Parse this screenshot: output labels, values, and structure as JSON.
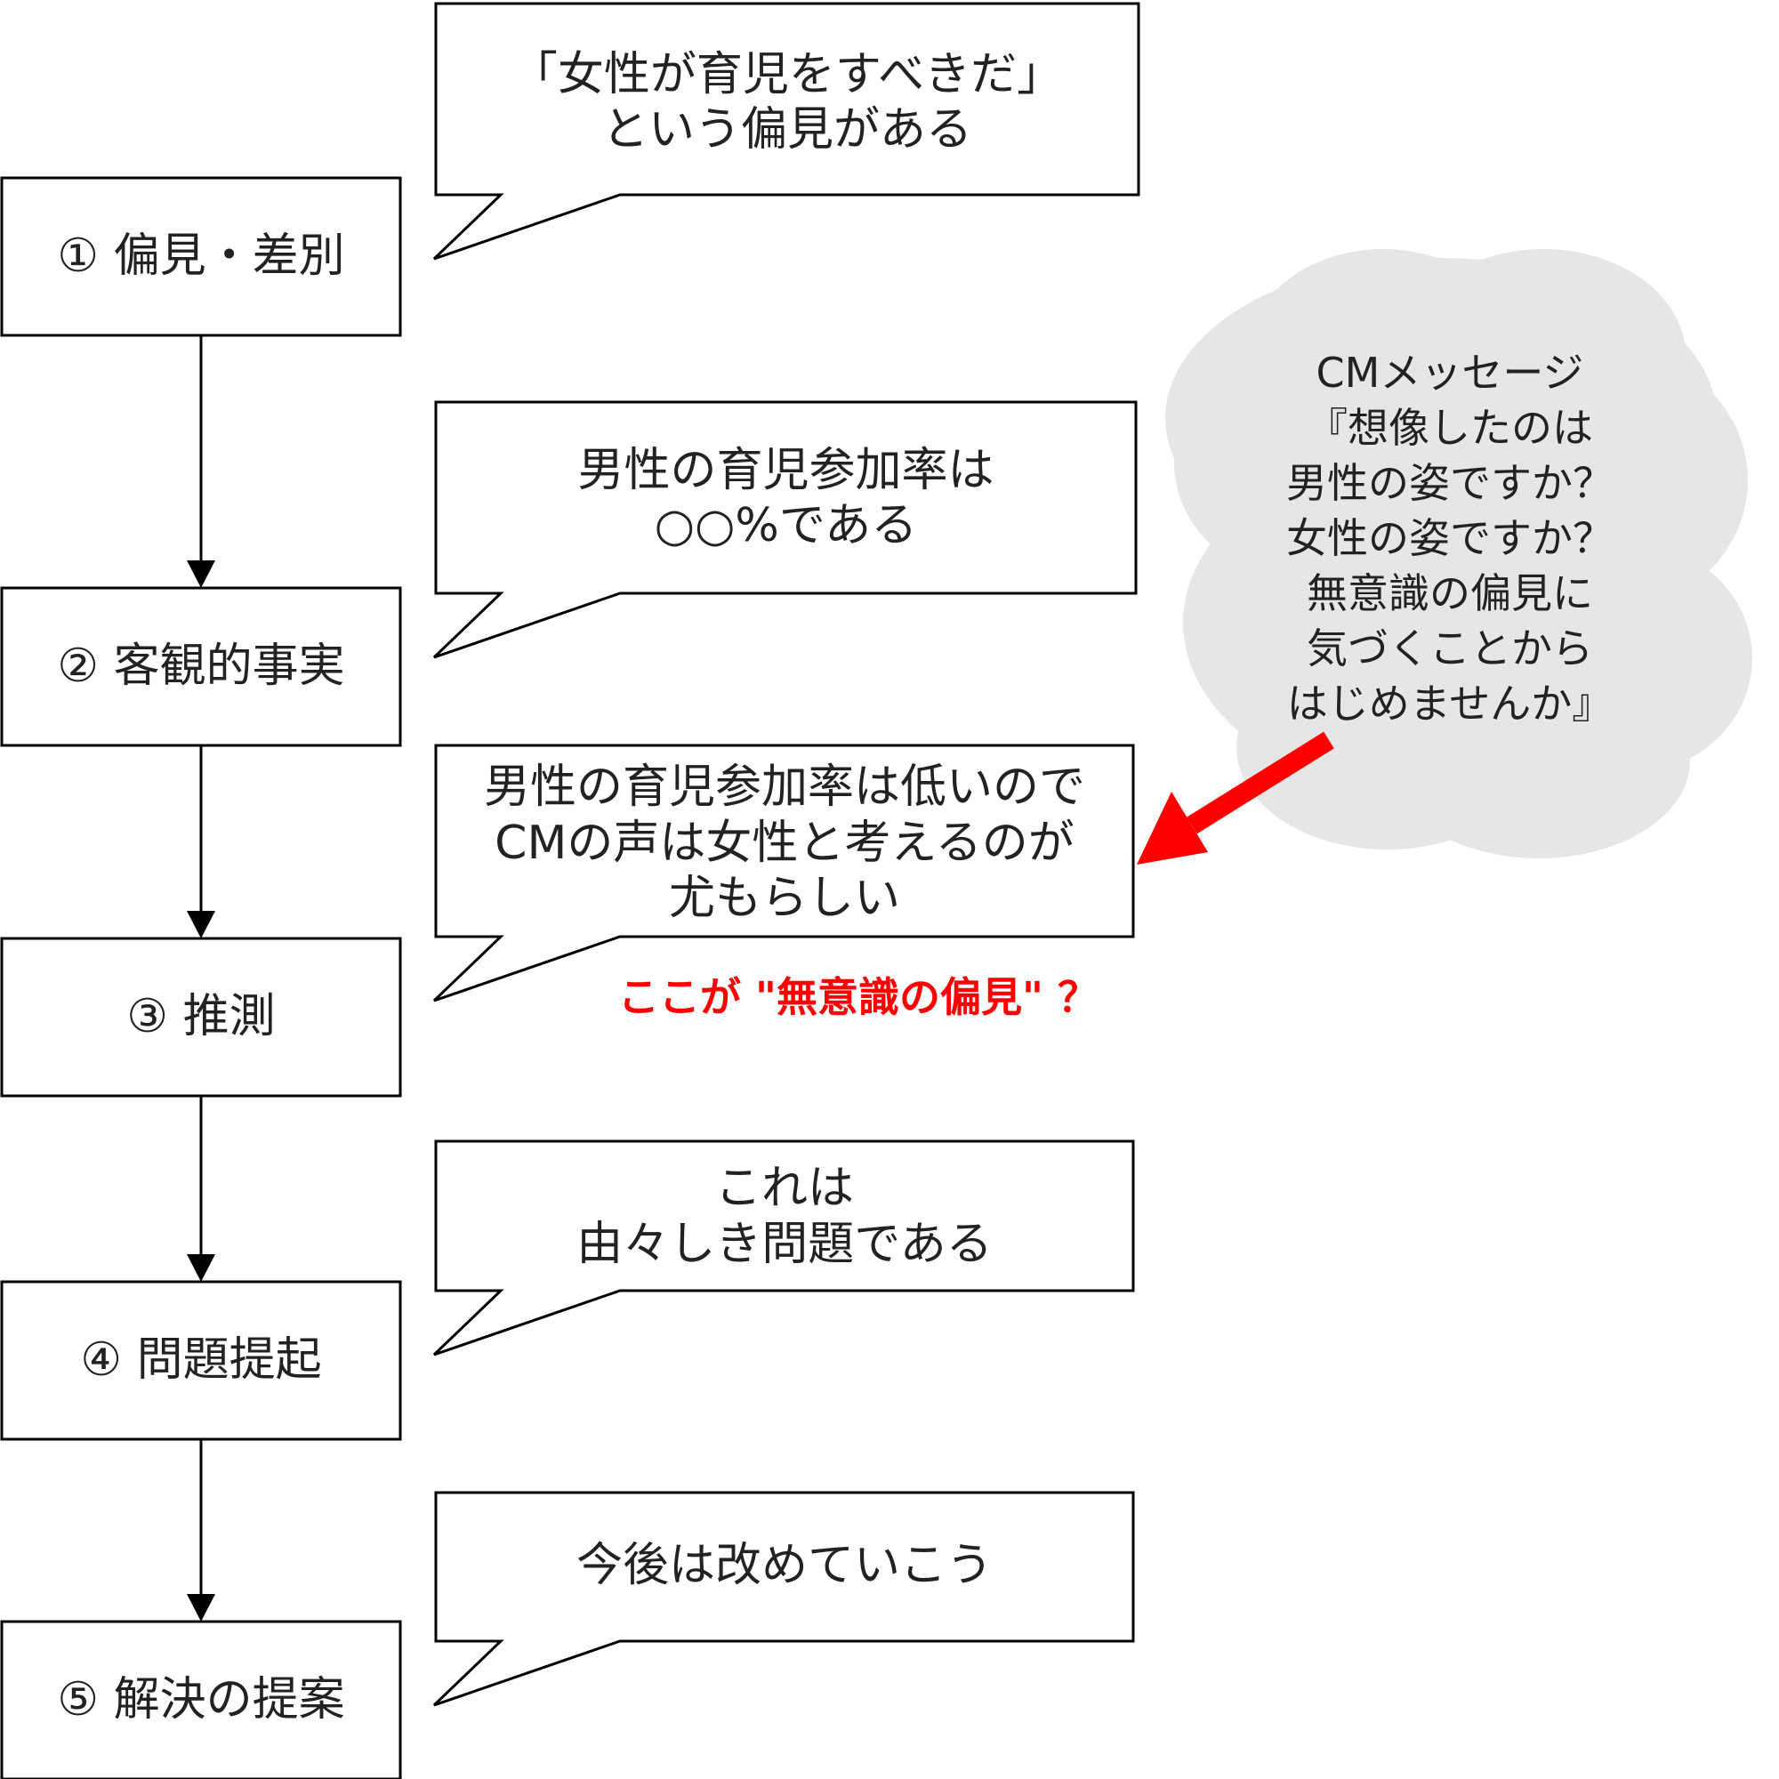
{
  "steps": [
    {
      "label": "① 偏見・差別"
    },
    {
      "label": "② 客観的事実"
    },
    {
      "label": "③ 推測"
    },
    {
      "label": "④ 問題提起"
    },
    {
      "label": "⑤ 解決の提案"
    }
  ],
  "bubbles": [
    {
      "text": "「女性が育児をすべきだ」\nという偏見がある"
    },
    {
      "text": "男性の育児参加率は\n○○%である"
    },
    {
      "text": "男性の育児参加率は低いので\nCMの声は女性と考えるのが\n尤もらしい"
    },
    {
      "text": "これは\n由々しき問題である"
    },
    {
      "text": "今後は改めていこう"
    }
  ],
  "cloud": {
    "text": "CMメッセージ\n『想像したのは\n男性の姿ですか？\n女性の姿ですか？\n無意識の偏見に\n気づくことから\nはじめませんか』"
  },
  "note": {
    "text": "ここが \"無意識の偏見\" ？"
  },
  "colors": {
    "line": "#000000",
    "accent": "#ff0000",
    "cloud_fill": "#e6e6e6"
  }
}
